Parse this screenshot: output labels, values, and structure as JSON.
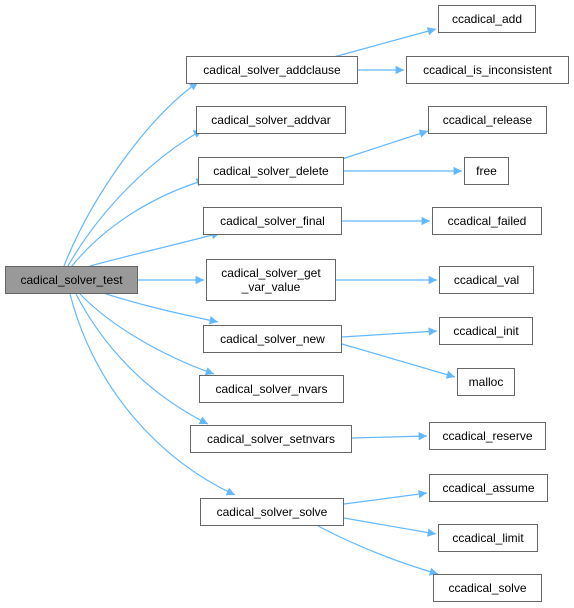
{
  "nodes": {
    "root": "cadical_solver_test",
    "addclause": "cadical_solver_addclause",
    "addvar": "cadical_solver_addvar",
    "delete": "cadical_solver_delete",
    "final": "cadical_solver_final",
    "get_var_value": "cadical_solver_get\n_var_value",
    "new": "cadical_solver_new",
    "nvars": "cadical_solver_nvars",
    "setnvars": "cadical_solver_setnvars",
    "solve": "cadical_solver_solve",
    "ccadical_add": "ccadical_add",
    "ccadical_is_inconsistent": "ccadical_is_inconsistent",
    "ccadical_release": "ccadical_release",
    "free": "free",
    "ccadical_failed": "ccadical_failed",
    "ccadical_val": "ccadical_val",
    "ccadical_init": "ccadical_init",
    "malloc": "malloc",
    "ccadical_reserve": "ccadical_reserve",
    "ccadical_assume": "ccadical_assume",
    "ccadical_limit": "ccadical_limit",
    "ccadical_solve": "ccadical_solve"
  },
  "colors": {
    "edge": "#63b8ff",
    "border": "#666666",
    "root_fill": "#999999"
  }
}
